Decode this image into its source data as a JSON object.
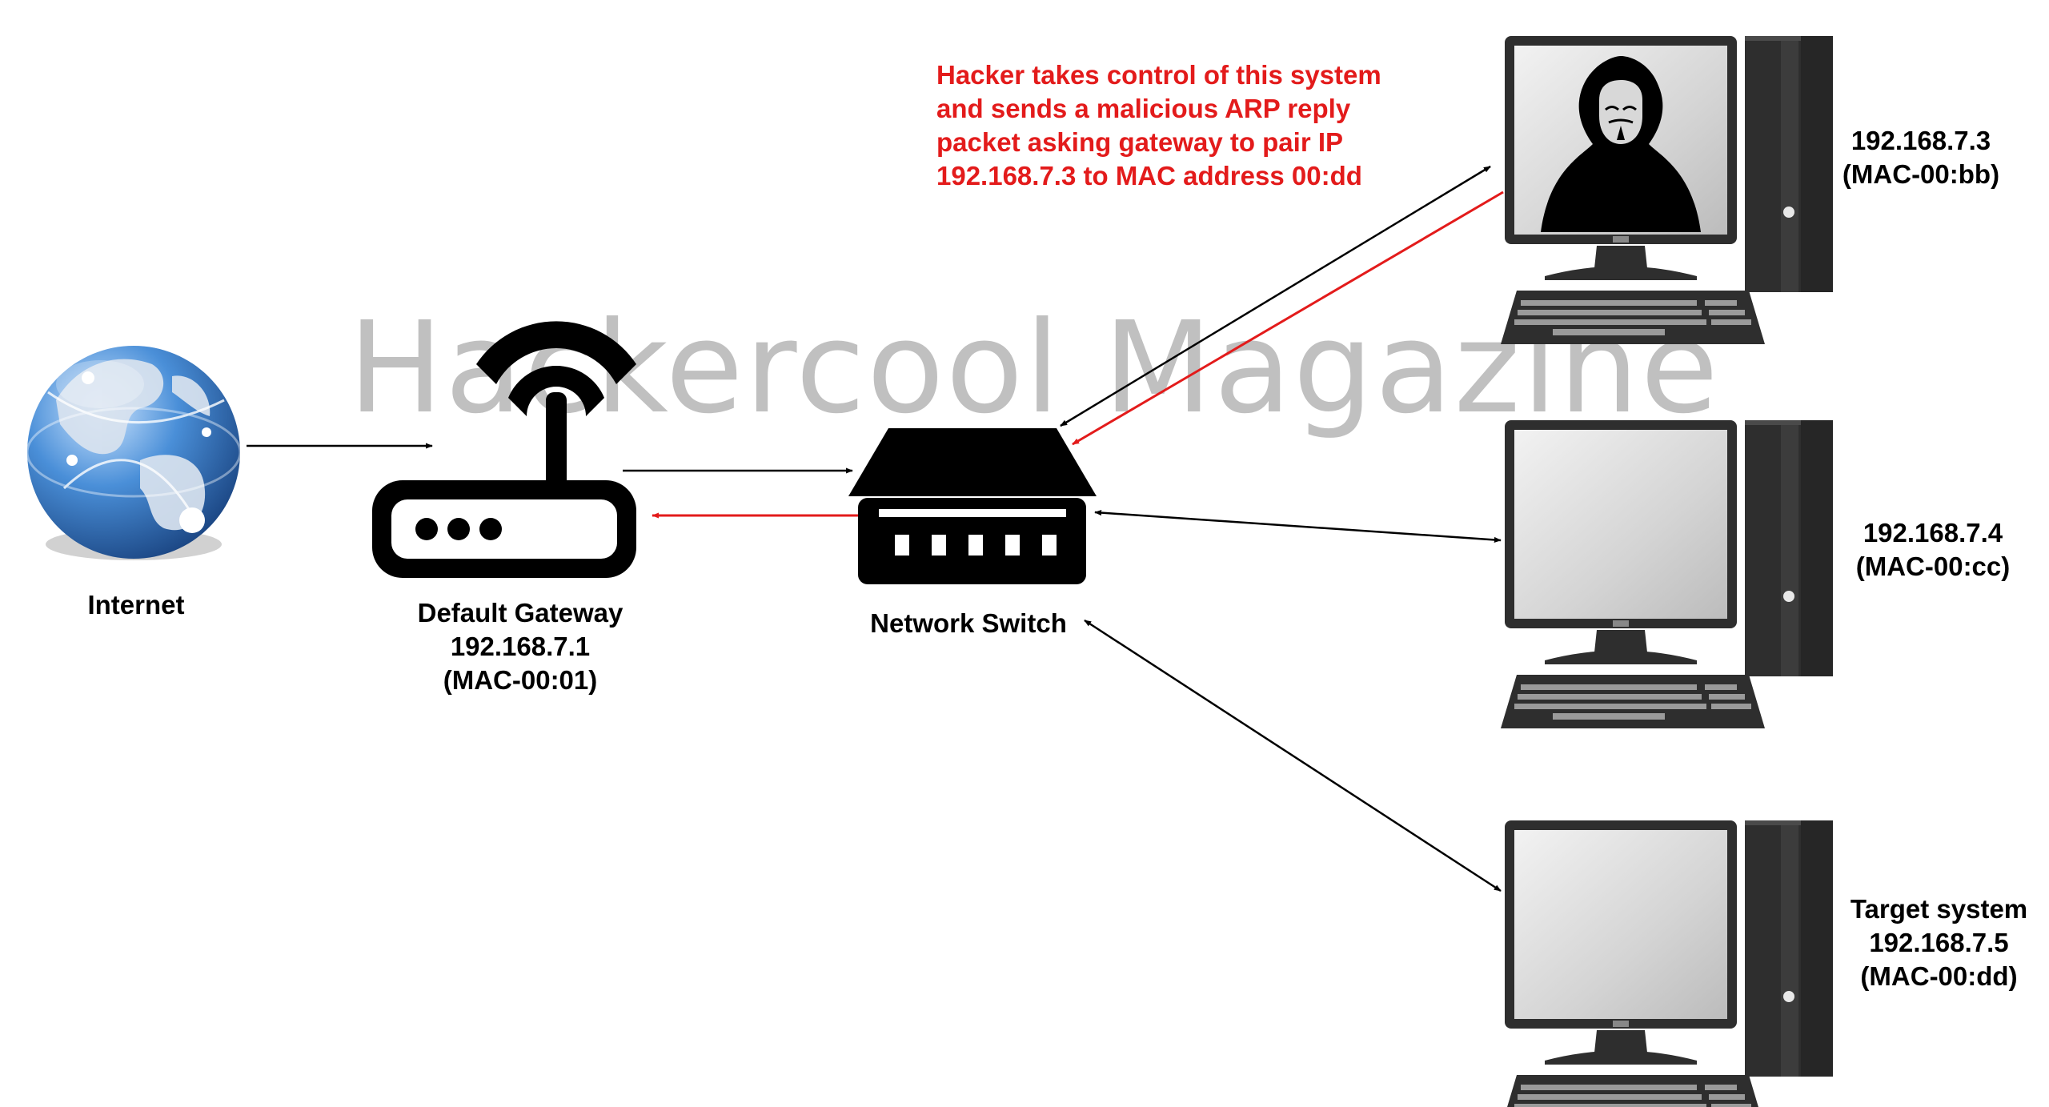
{
  "watermark": "Hackercool Magazine",
  "colors": {
    "ink": "#000000",
    "attack": "#e31b1b",
    "monitor_glass": "#d8d8d8",
    "globe": "#2f6fb5"
  },
  "nodes": {
    "internet": {
      "label": "Internet",
      "icon": "globe-icon"
    },
    "gateway": {
      "lines": [
        "Default Gateway",
        "192.168.7.1",
        "(MAC-00:01)"
      ],
      "icon": "router-icon"
    },
    "switch": {
      "label": "Network Switch",
      "icon": "switch-icon"
    },
    "hacker_pc": {
      "lines": [
        "192.168.7.3",
        "(MAC-00:bb)"
      ],
      "icon": "hacker-computer-icon"
    },
    "pc_cc": {
      "lines": [
        "192.168.7.4",
        "(MAC-00:cc)"
      ],
      "icon": "computer-icon"
    },
    "target_pc": {
      "lines": [
        "Target system",
        "192.168.7.5",
        "(MAC-00:dd)"
      ],
      "icon": "computer-icon"
    }
  },
  "attack_note": {
    "lines": [
      "Hacker takes control of this system",
      "and sends a malicious ARP reply",
      "packet asking gateway to pair IP",
      "192.168.7.3 to MAC address 00:dd"
    ]
  }
}
